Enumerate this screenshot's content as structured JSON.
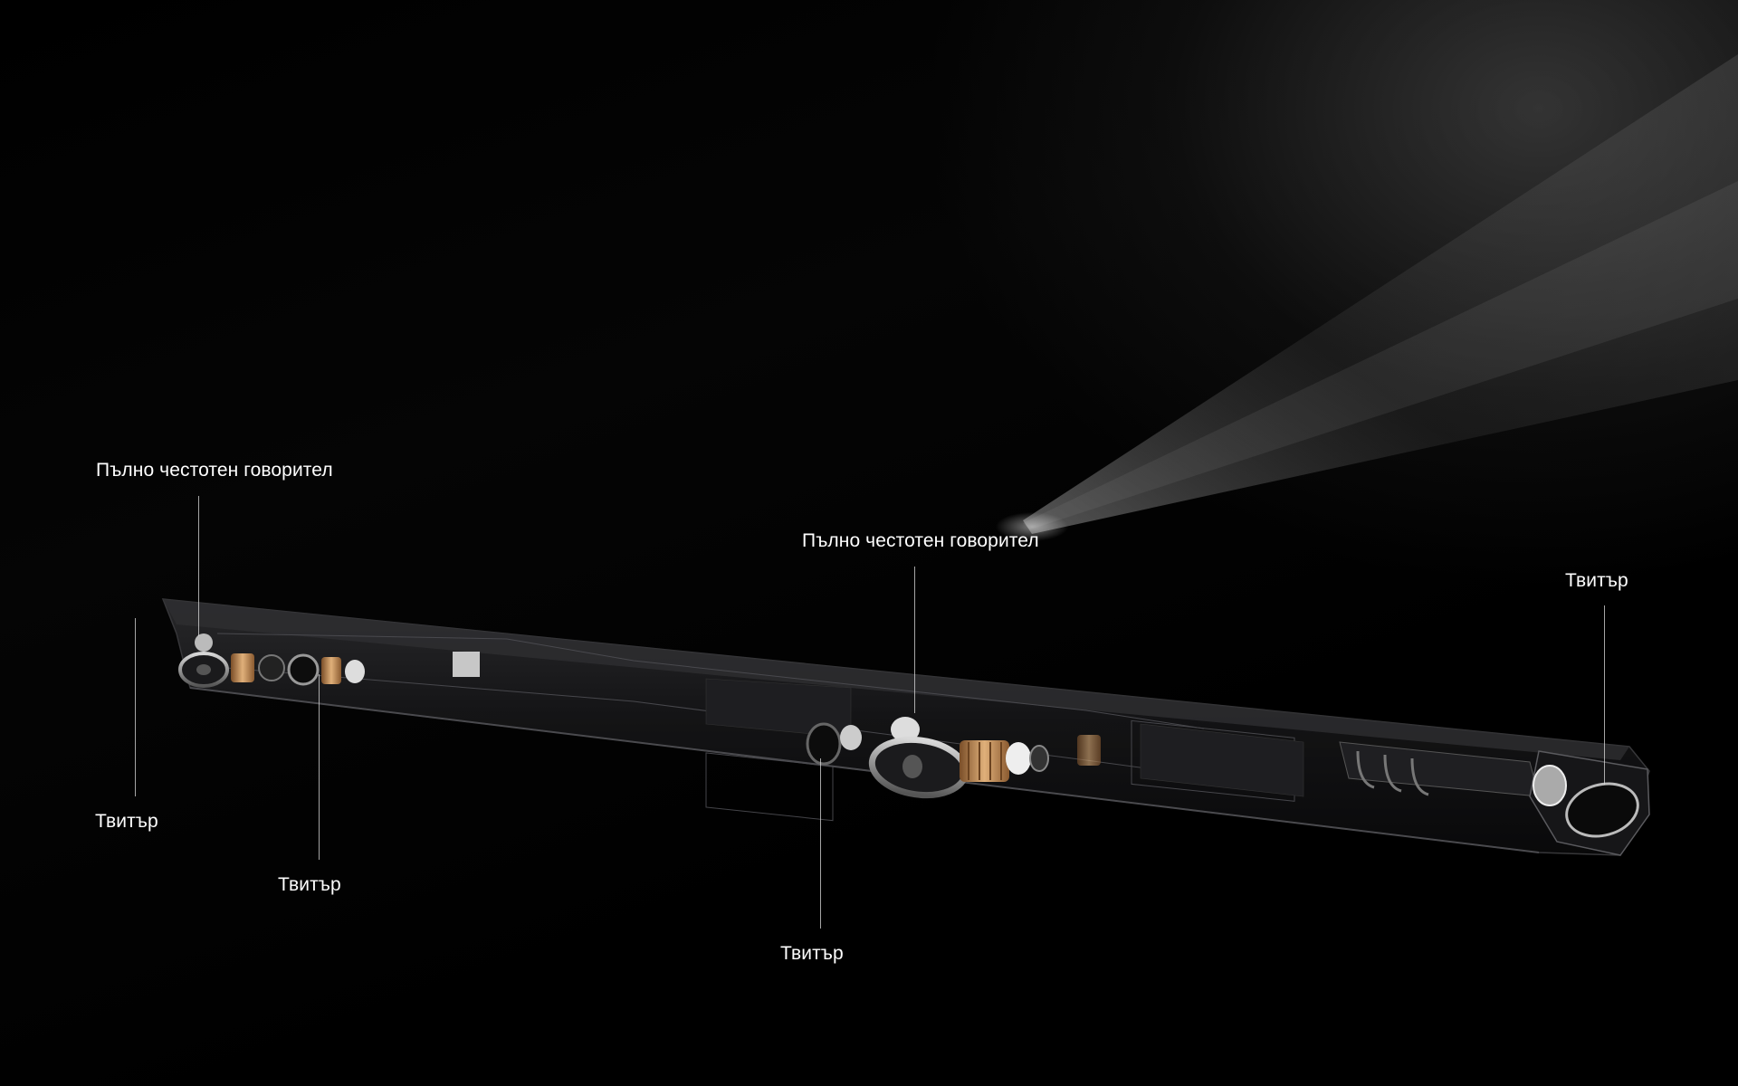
{
  "callouts": {
    "fullrange_left": "Пълно честотен говорител",
    "fullrange_center": "Пълно честотен говорител",
    "tweeter_right": "Твитър",
    "tweeter_far_left": "Твитър",
    "tweeter_left": "Твитър",
    "tweeter_center": "Твитър"
  },
  "colors": {
    "background": "#000000",
    "label_text": "#ffffff",
    "leader_line": "#dcdcdc",
    "driver_accent": "#c89660"
  }
}
